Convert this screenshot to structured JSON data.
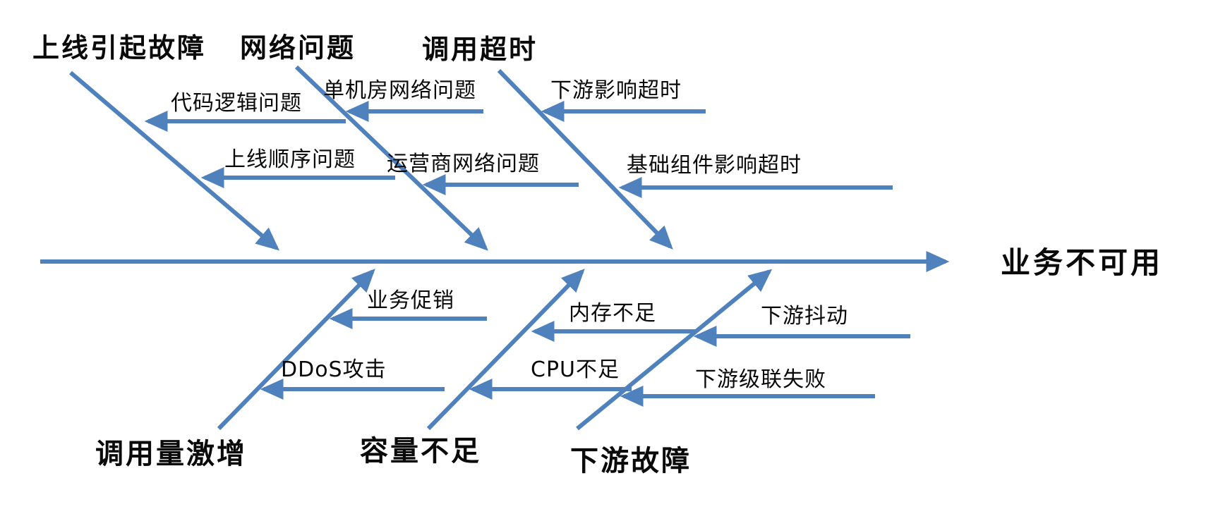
{
  "diagram": {
    "type": "fishbone",
    "effect": "业务不可用",
    "branches": [
      {
        "label": "上线引起故障",
        "position": "top",
        "causes": [
          "代码逻辑问题",
          "上线顺序问题"
        ]
      },
      {
        "label": "网络问题",
        "position": "top",
        "causes": [
          "单机房网络问题",
          "运营商网络问题"
        ]
      },
      {
        "label": "调用超时",
        "position": "top",
        "causes": [
          "下游影响超时",
          "基础组件影响超时"
        ]
      },
      {
        "label": "调用量激增",
        "position": "bottom",
        "causes": [
          "业务促销",
          "DDoS攻击"
        ]
      },
      {
        "label": "容量不足",
        "position": "bottom",
        "causes": [
          "内存不足",
          "CPU不足"
        ]
      },
      {
        "label": "下游故障",
        "position": "bottom",
        "causes": [
          "下游抖动",
          "下游级联失败"
        ]
      }
    ],
    "colors": {
      "arrow": "#4f81bd",
      "text": "#0a0a0a",
      "background": "#ffffff"
    }
  }
}
